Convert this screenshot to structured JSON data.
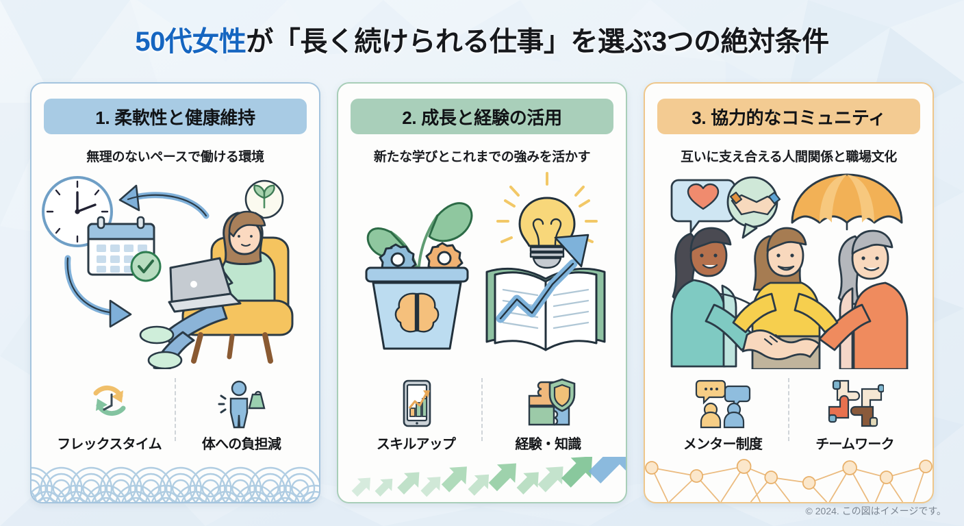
{
  "page": {
    "title_blue": "50代女性",
    "title_rest": "が「長く続けられる仕事」を選ぶ3つの絶対条件",
    "footer": "© 2024. この図はイメージです。",
    "accent_blue": "#1565C0",
    "card1_color": "#a8cbe4",
    "card2_color": "#a9cfba",
    "card3_color": "#f3cb92"
  },
  "cards": [
    {
      "header": "1. 柔軟性と健康維持",
      "subtitle": "無理のないペースで働ける環境",
      "illustration_name": "woman-on-armchair-with-laptop-clock-calendar",
      "deco_name": "seigaiha-wave-pattern",
      "features": [
        {
          "label": "フレックスタイム",
          "icon": "cycle-clock-icon"
        },
        {
          "label": "体への負担減",
          "icon": "person-with-weight-icon"
        }
      ]
    },
    {
      "header": "2. 成長と経験の活用",
      "subtitle": "新たな学びとこれまでの強みを活かす",
      "illustration_name": "plant-pot-with-gears-brain-lightbulb-book-arrow",
      "deco_name": "ascending-arrows-pattern",
      "features": [
        {
          "label": "スキルアップ",
          "icon": "tablet-growth-chart-icon"
        },
        {
          "label": "経験・知識",
          "icon": "puzzle-shield-icon"
        }
      ]
    },
    {
      "header": "3. 協力的なコミュニティ",
      "subtitle": "互いに支え合える人間関係と職場文化",
      "illustration_name": "three-women-handshake-umbrella-speech-bubbles",
      "deco_name": "network-nodes-pattern",
      "features": [
        {
          "label": "メンター制度",
          "icon": "two-people-chat-icon"
        },
        {
          "label": "チームワーク",
          "icon": "four-hands-teamwork-icon"
        }
      ]
    }
  ]
}
